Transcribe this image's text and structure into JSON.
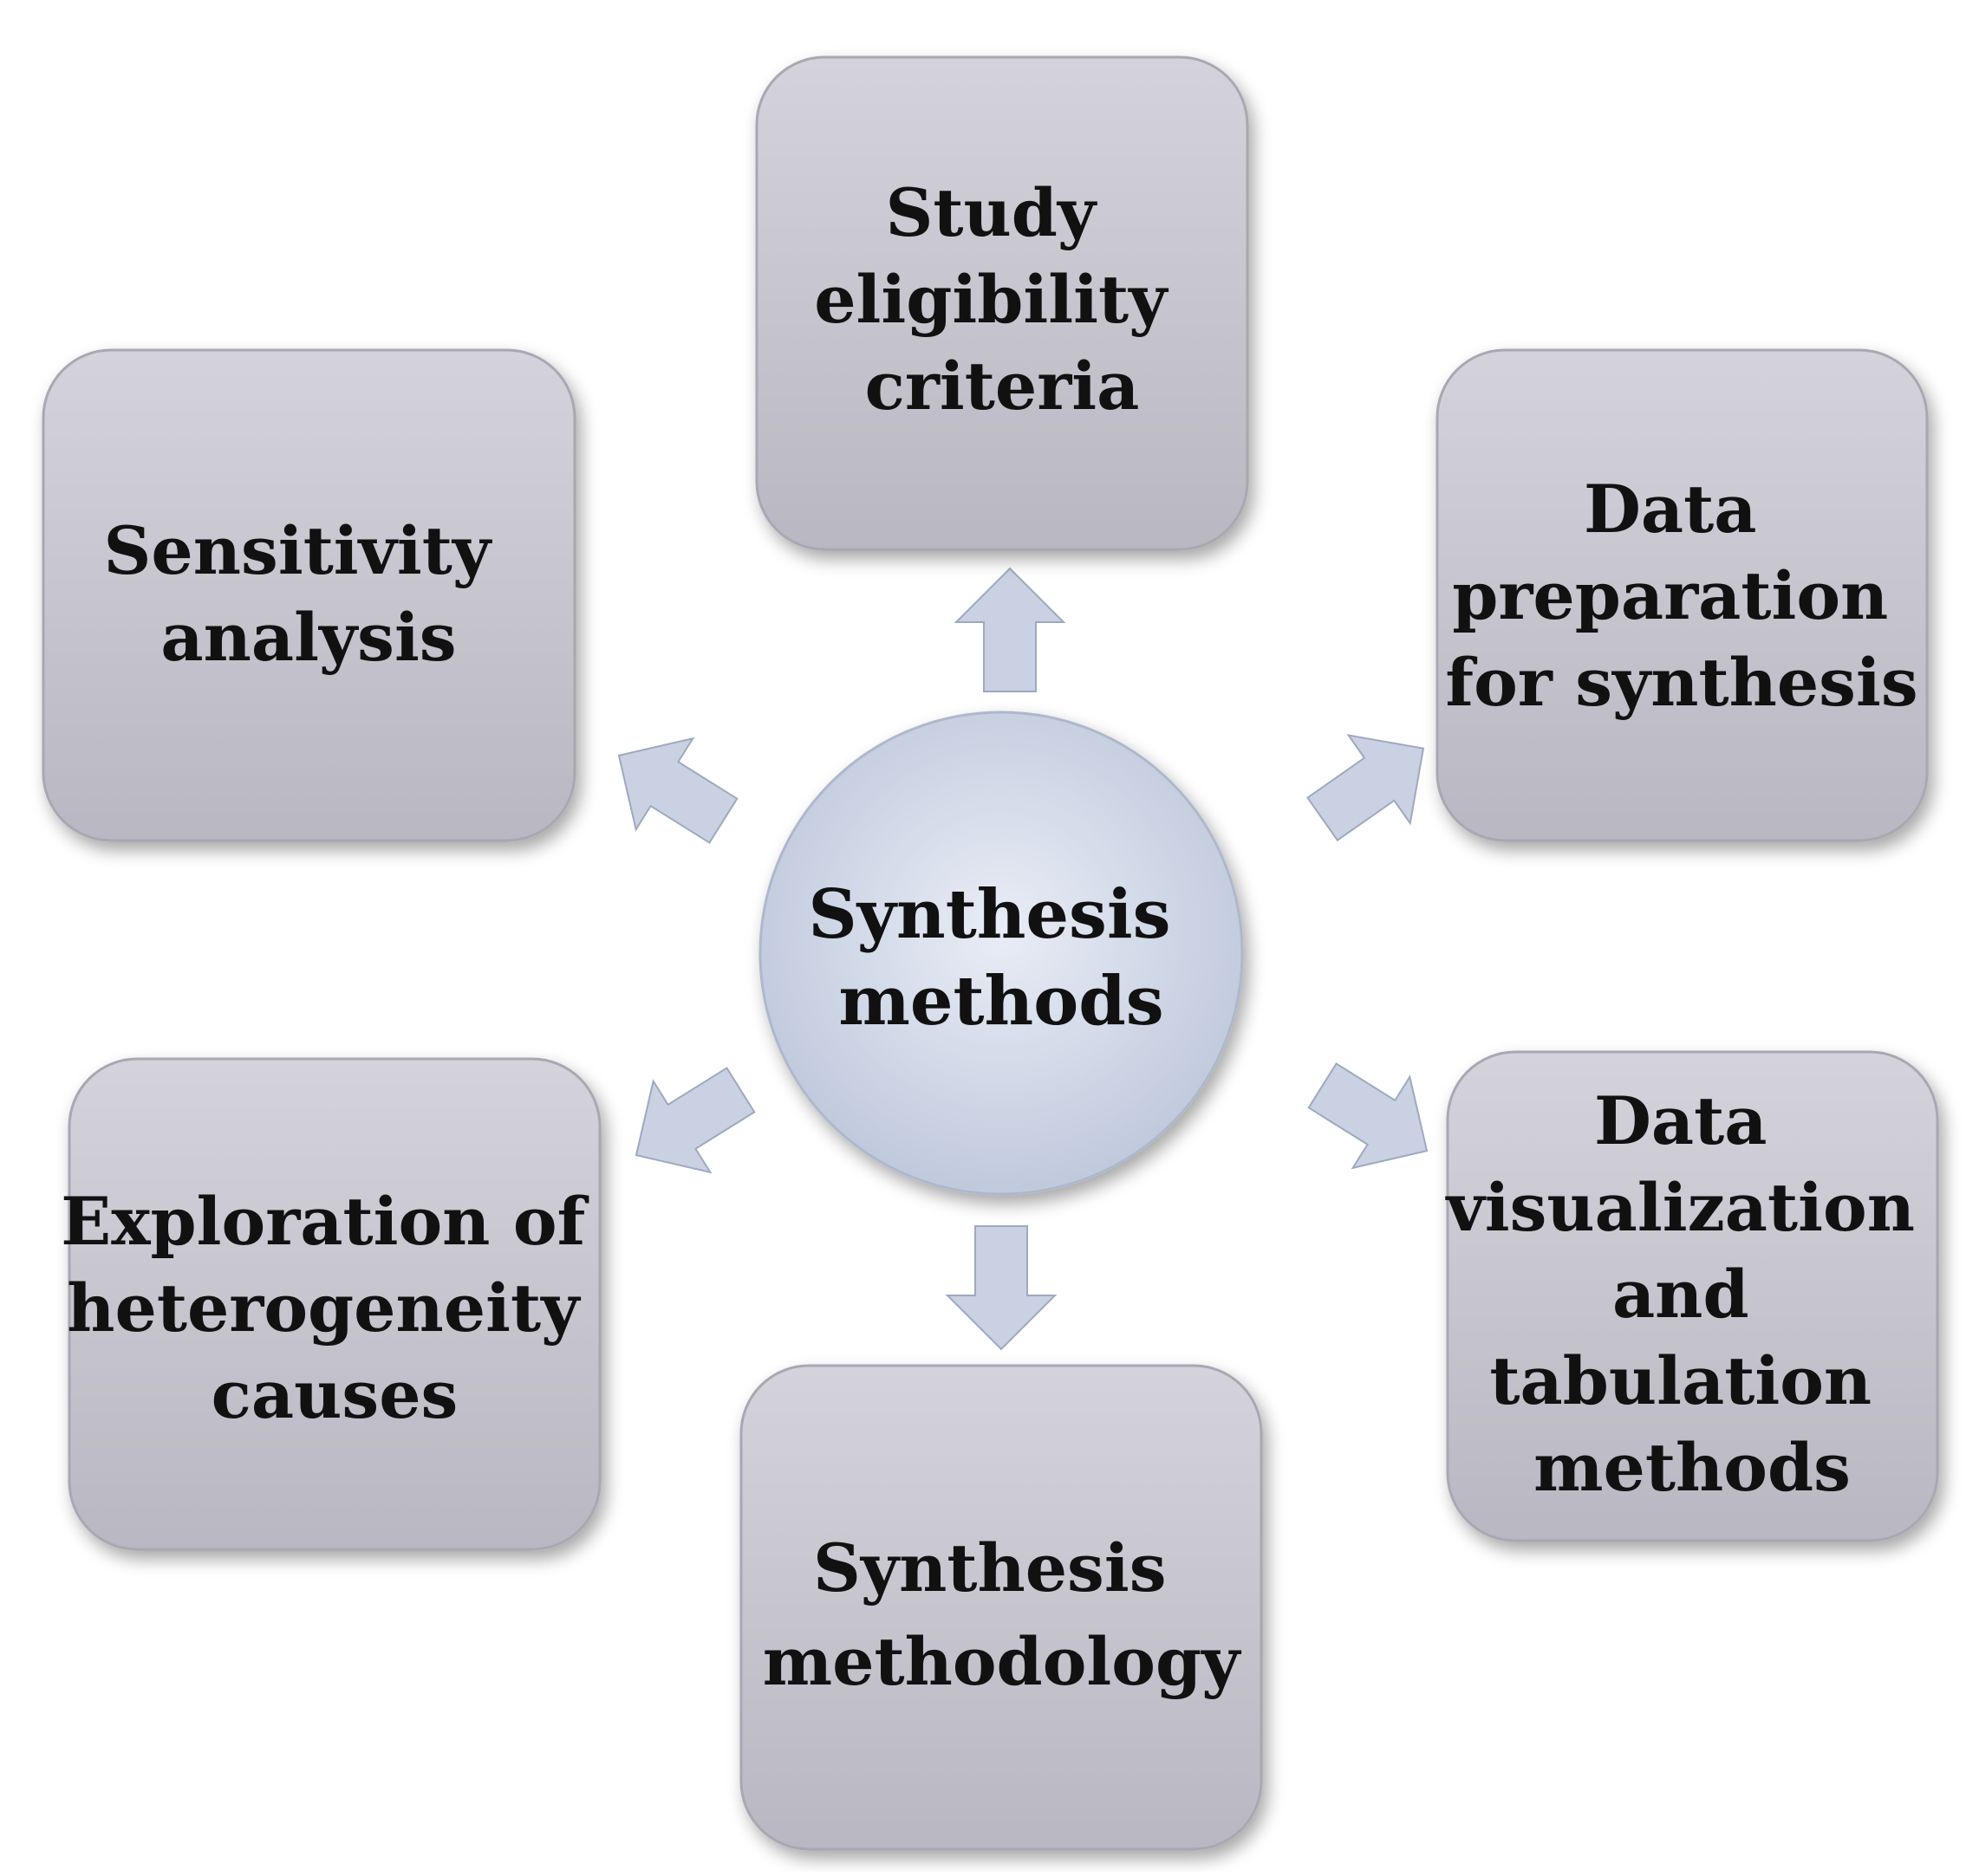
{
  "center": {
    "lines": [
      "Synthesis",
      "methods"
    ]
  },
  "nodes": [
    {
      "id": "study-eligibility",
      "lines": [
        "Study",
        "eligibility",
        "criteria"
      ]
    },
    {
      "id": "data-preparation",
      "lines": [
        "Data",
        "preparation",
        "for synthesis"
      ]
    },
    {
      "id": "data-visualization",
      "lines": [
        "Data",
        "visualization",
        "and",
        "tabulation",
        "methods"
      ]
    },
    {
      "id": "synthesis-methodology",
      "lines": [
        "Synthesis",
        "methodology"
      ]
    },
    {
      "id": "heterogeneity",
      "lines": [
        "Exploration of",
        "heterogeneity",
        "causes"
      ]
    },
    {
      "id": "sensitivity",
      "lines": [
        "Sensitivity",
        "analysis"
      ]
    }
  ],
  "colors": {
    "box_top": "#d4d2da",
    "box_bottom": "#b9b7c1",
    "box_border": "#a9a7b1",
    "circle_light": "#e9edf6",
    "circle_dark": "#bcc6da",
    "arrow_fill": "#c9d1e2",
    "arrow_stroke": "#9ea9bf"
  }
}
